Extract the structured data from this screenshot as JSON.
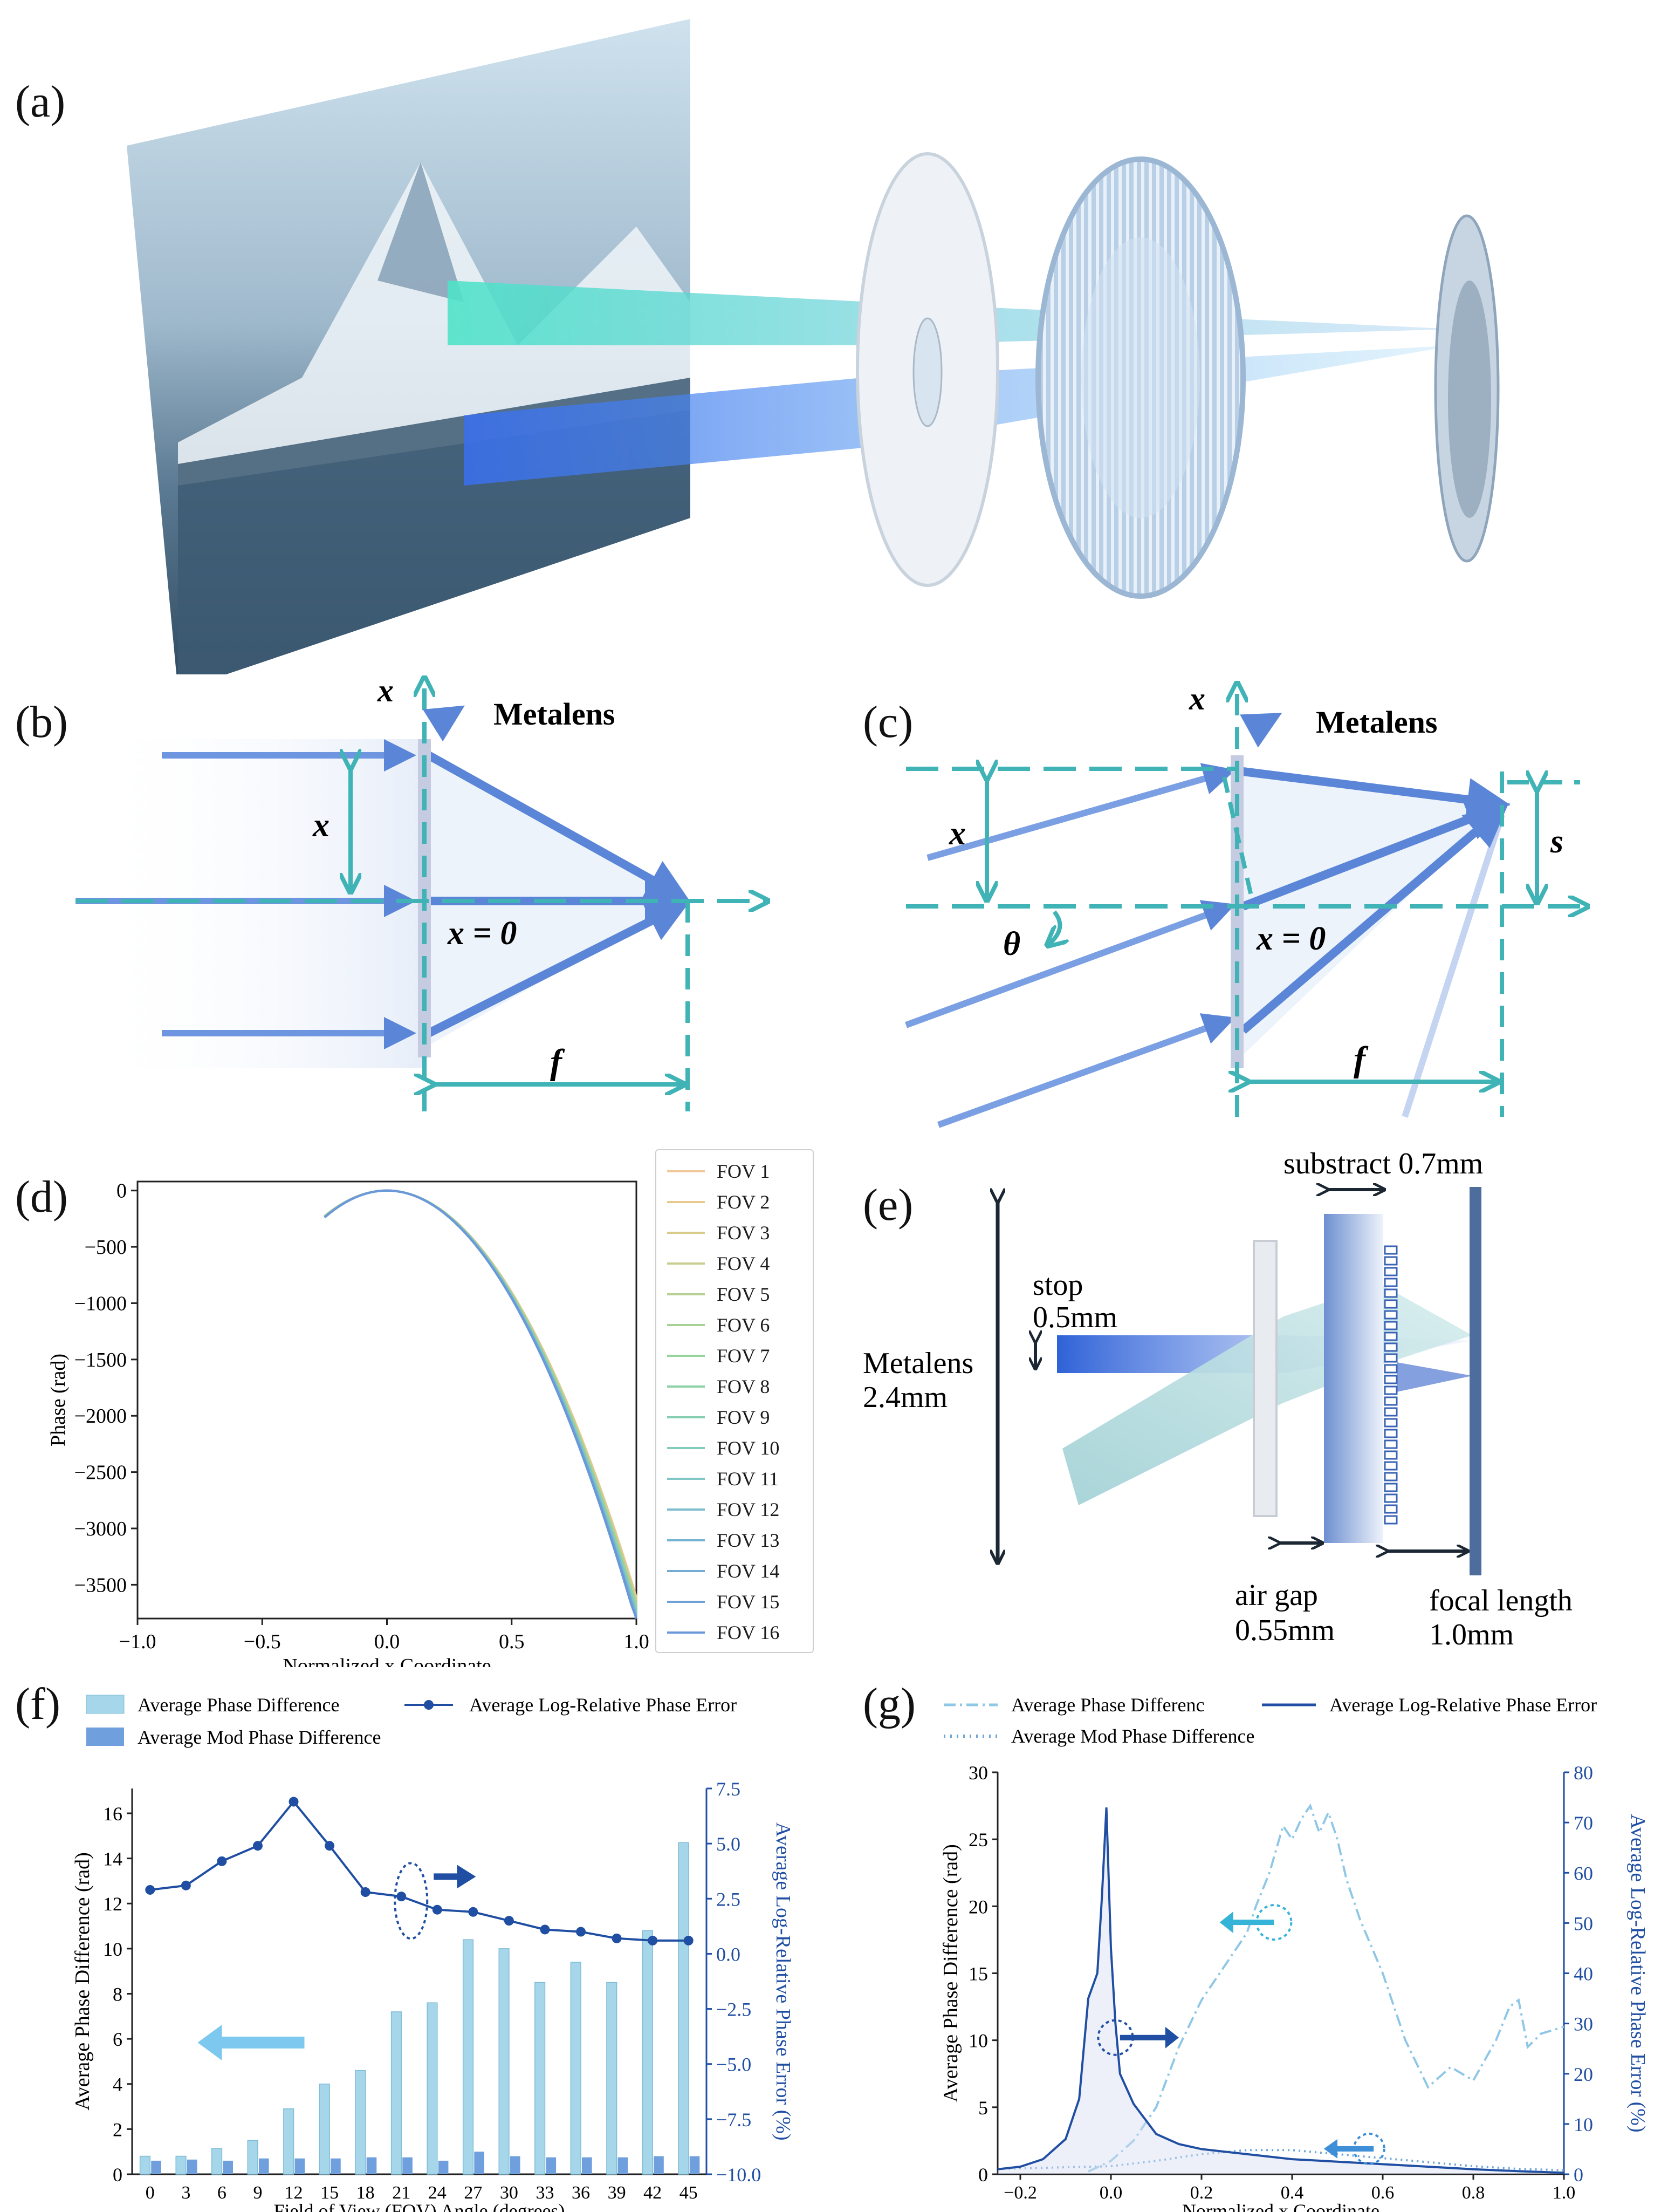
{
  "panel_labels": {
    "a": "(a)",
    "b": "(b)",
    "c": "(c)",
    "d": "(d)",
    "e": "(e)",
    "f": "(f)",
    "g": "(g)"
  },
  "diagram_b": {
    "axis": "x",
    "metalens": "Metalens",
    "x_label": "x",
    "x0": "x = 0",
    "f_label": "f"
  },
  "diagram_c": {
    "axis": "x",
    "metalens": "Metalens",
    "x_label": "x",
    "x0": "x = 0",
    "f_label": "f",
    "theta": "θ",
    "s_label": "s"
  },
  "diagram_e": {
    "substract": "substract 0.7mm",
    "stop_line1": "stop",
    "stop_line2": "0.5mm",
    "metalens_line1": "Metalens",
    "metalens_line2": "2.4mm",
    "air_line1": "air gap",
    "air_line2": "0.55mm",
    "focal_line1": "focal length",
    "focal_line2": "1.0mm"
  },
  "chart_data": [
    {
      "panel": "d",
      "type": "line",
      "xlabel": "Normalized x Coordinate",
      "ylabel": "Phase (rad)",
      "xlim": [
        -1.0,
        1.0
      ],
      "ylim": [
        -3800,
        80
      ],
      "xticks": [
        -1.0,
        -0.5,
        0.0,
        0.5,
        1.0
      ],
      "xtick_labels": [
        "−1.0",
        "−0.5",
        "0.0",
        "0.5",
        "1.0"
      ],
      "yticks": [
        0,
        -500,
        -1000,
        -1500,
        -2000,
        -2500,
        -3000,
        -3500
      ],
      "ytick_labels": [
        "0",
        "−500",
        "−1000",
        "−1500",
        "−2000",
        "−2500",
        "−3000",
        "−3500"
      ],
      "legend": "outside-right",
      "series_names": [
        "FOV 1",
        "FOV 2",
        "FOV 3",
        "FOV 4",
        "FOV 5",
        "FOV 6",
        "FOV 7",
        "FOV 8",
        "FOV 9",
        "FOV 10",
        "FOV 11",
        "FOV 12",
        "FOV 13",
        "FOV 14",
        "FOV 15",
        "FOV 16"
      ],
      "series_colors": [
        "#f2c79a",
        "#e8c98e",
        "#d9cb8c",
        "#c9cd8f",
        "#b8d092",
        "#a6d296",
        "#97d39c",
        "#8dd2a6",
        "#88cfb1",
        "#85cbbc",
        "#81c5c4",
        "#7cbdcc",
        "#77b4d2",
        "#72abd6",
        "#6ea1d8",
        "#6a98d8"
      ],
      "x_start": -0.25,
      "x_end": 1.0,
      "peak_x": 0.0,
      "min_value": -3720
    },
    {
      "panel": "f",
      "type": "bar",
      "xlabel": "Field of View (FOV) Angle (degrees)",
      "ylabel": "Average Phase Difference (rad)",
      "ylabel_right": "Average Log-Relative Phase Error (%)",
      "categories": [
        "0",
        "3",
        "6",
        "9",
        "12",
        "15",
        "18",
        "21",
        "24",
        "27",
        "30",
        "33",
        "36",
        "39",
        "42",
        "45"
      ],
      "ylim": [
        0,
        17.1
      ],
      "yticks": [
        0,
        2,
        4,
        6,
        8,
        10,
        12,
        14,
        16
      ],
      "ylim_right": [
        -10.0,
        7.5
      ],
      "yticks_right": [
        -10.0,
        -7.5,
        -5.0,
        -2.5,
        0.0,
        2.5,
        5.0,
        7.5
      ],
      "ytick_labels_right": [
        "−10.0",
        "−7.5",
        "−5.0",
        "−2.5",
        "0.0",
        "2.5",
        "5.0",
        "7.5"
      ],
      "series": [
        {
          "name": "Average Phase Difference",
          "kind": "bar",
          "color": "#a6d6ea",
          "values": [
            0.8,
            0.8,
            1.15,
            1.5,
            2.9,
            4.0,
            4.6,
            7.2,
            7.6,
            10.4,
            10.0,
            8.5,
            9.4,
            8.5,
            10.8,
            14.7
          ]
        },
        {
          "name": "Average Mod Phase Difference",
          "kind": "bar",
          "color": "#6f9fdc",
          "values": [
            0.6,
            0.65,
            0.6,
            0.7,
            0.7,
            0.7,
            0.75,
            0.75,
            0.6,
            1.0,
            0.8,
            0.75,
            0.75,
            0.75,
            0.8,
            0.8
          ]
        },
        {
          "name": "Average Log-Relative Phase Error",
          "kind": "line",
          "axis": "right",
          "color": "#1f4ea3",
          "values": [
            2.9,
            3.1,
            4.2,
            4.9,
            6.9,
            4.9,
            2.8,
            2.6,
            2.0,
            1.9,
            1.5,
            1.1,
            1.0,
            0.7,
            0.6,
            0.6
          ]
        }
      ],
      "legend": "top"
    },
    {
      "panel": "g",
      "type": "line",
      "xlabel": "Normalized x Coordinate",
      "ylabel": "Average Phase Difference (rad)",
      "ylabel_right": "Average Log-Relative Phase Error (%)",
      "xlim": [
        -0.25,
        1.0
      ],
      "xticks": [
        -0.2,
        0.0,
        0.2,
        0.4,
        0.6,
        0.8,
        1.0
      ],
      "xtick_labels": [
        "−0.2",
        "0.0",
        "0.2",
        "0.4",
        "0.6",
        "0.8",
        "1.0"
      ],
      "ylim": [
        0,
        30
      ],
      "yticks": [
        0,
        5,
        10,
        15,
        20,
        25,
        30
      ],
      "ylim_right": [
        0,
        80
      ],
      "yticks_right": [
        0,
        10,
        20,
        30,
        40,
        50,
        60,
        70,
        80
      ],
      "series": [
        {
          "name": "Average Phase Differenc",
          "style": "dash-dot",
          "color": "#8fc7e6",
          "x": [
            -0.05,
            0.0,
            0.05,
            0.1,
            0.15,
            0.2,
            0.25,
            0.3,
            0.32,
            0.35,
            0.38,
            0.4,
            0.42,
            0.44,
            0.46,
            0.48,
            0.5,
            0.52,
            0.55,
            0.6,
            0.65,
            0.7,
            0.75,
            0.8,
            0.85,
            0.88,
            0.9,
            0.92,
            0.95,
            1.0
          ],
          "y": [
            0.2,
            1.0,
            2.5,
            5.0,
            9.5,
            13.0,
            15.5,
            18.0,
            20.0,
            22.5,
            26.0,
            25.0,
            26.5,
            27.5,
            25.5,
            27.0,
            25.0,
            22.0,
            19.0,
            15.0,
            10.0,
            6.5,
            8.0,
            7.0,
            10.0,
            12.5,
            13.0,
            9.5,
            10.5,
            11.0
          ]
        },
        {
          "name": "Average Log-Relative Phase Error",
          "style": "solid",
          "axis": "right",
          "color": "#1f4ea3",
          "x": [
            -0.25,
            -0.2,
            -0.15,
            -0.1,
            -0.07,
            -0.05,
            -0.03,
            -0.02,
            -0.01,
            0.0,
            0.01,
            0.02,
            0.05,
            0.1,
            0.15,
            0.2,
            0.3,
            0.4,
            0.5,
            0.6,
            0.7,
            0.8,
            0.9,
            1.0
          ],
          "y": [
            1.0,
            1.5,
            3.0,
            7.0,
            15.0,
            35.0,
            40.0,
            55.0,
            73.0,
            45.0,
            30.0,
            20.0,
            14.0,
            8.0,
            6.0,
            5.0,
            4.0,
            3.0,
            2.5,
            2.0,
            1.5,
            1.0,
            0.6,
            0.3
          ]
        },
        {
          "name": "Average Mod Phase Difference",
          "style": "dotted",
          "color": "#6fa6d9",
          "x": [
            -0.25,
            0.0,
            0.1,
            0.2,
            0.3,
            0.4,
            0.5,
            0.6,
            0.7,
            0.8,
            0.9,
            1.0
          ],
          "y": [
            0.4,
            0.6,
            1.0,
            1.5,
            1.8,
            1.8,
            1.5,
            1.2,
            0.9,
            0.6,
            0.4,
            0.3
          ]
        }
      ],
      "legend": "top"
    }
  ]
}
